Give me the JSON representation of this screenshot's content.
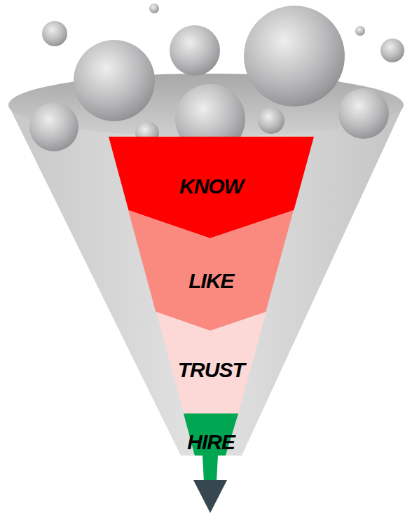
{
  "diagram": {
    "nodes": [
      {
        "text": [
          "KNOW"
        ]
      },
      {
        "text": [
          "LIKE"
        ]
      },
      {
        "text": [
          "TRUST"
        ]
      },
      {
        "text": [
          "HIRE"
        ]
      }
    ]
  }
}
